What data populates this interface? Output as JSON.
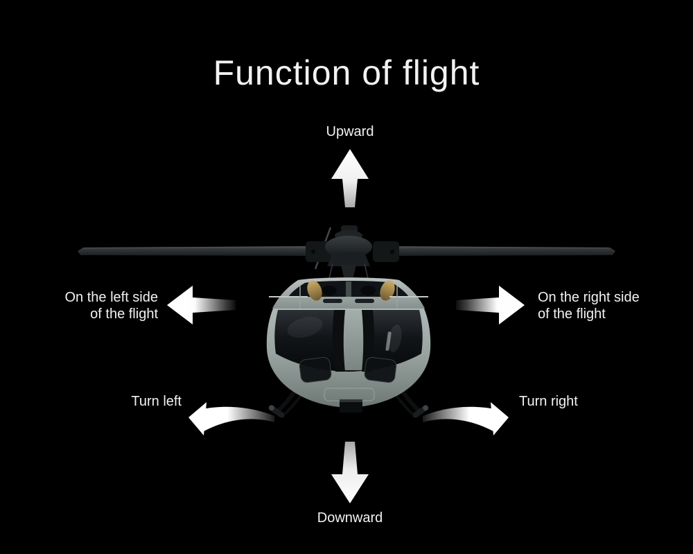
{
  "title": "Function of flight",
  "labels": {
    "up": "Upward",
    "down": "Downward",
    "left_line1": "On the left side",
    "left_line2": "of the flight",
    "right_line1": "On the right side",
    "right_line2": "of the flight",
    "turn_left": "Turn left",
    "turn_right": "Turn right"
  },
  "icons": {
    "up": "up-arrow-icon",
    "down": "down-arrow-icon",
    "left": "left-arrow-icon",
    "right": "right-arrow-icon",
    "turn_left": "curved-left-arrow-icon",
    "turn_right": "curved-right-arrow-icon",
    "center_image": "helicopter-front-view"
  },
  "colors": {
    "background": "#000000",
    "text": "#f2f2f2",
    "arrow": "#ffffff",
    "heli_body": "#a5afac",
    "heli_glass": "#101316",
    "heli_blade": "#2e3335",
    "heli_accent_tan": "#bb9c5c",
    "heli_skid": "#0d0f10"
  }
}
